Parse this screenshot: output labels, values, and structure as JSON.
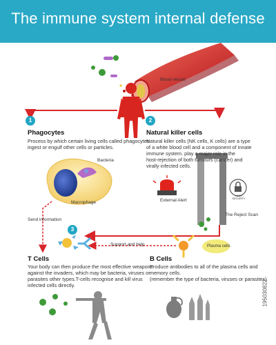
{
  "header": {
    "title": "The immune system internal defense",
    "bg_color": "#2aa9c6"
  },
  "labels": {
    "blood_vessel": "Blood vessel",
    "bacteria": "Bacteria",
    "macrophage": "Macrophage",
    "external_alert": "External Alert",
    "the_reject_scan": "The Reject Scan",
    "send_information": "Send information",
    "support_and_help": "Support and help",
    "plasma_cells": "Plasma cells",
    "high_security": "HIGH SECURITY"
  },
  "sections": [
    {
      "number": "1",
      "heading": "Phagocytes",
      "lines": [
        "Process by which certain living cells called phagocytes",
        "ingest or engulf other cells or particles."
      ]
    },
    {
      "number": "2",
      "heading": "Natural killer cells",
      "lines": [
        "Natural killer cells (NK cells, K cells) are a type",
        "of a white blood cell and a component of innate",
        "immune system. play a major role in the",
        "host-rejection of both tumours (cancer) and",
        "virally infected cells."
      ]
    },
    {
      "number": "3",
      "heading": "T Cells",
      "lines": [
        "Your body can then produce the most effective weapons",
        "against the invaders, which may be bacteria, viruses or",
        "parasites other types.T-cells recognise and kill virus",
        "infected cells directly."
      ]
    },
    {
      "heading": "B Cells",
      "lines": [
        "Produce antibodies to all of the plasma cells and",
        "memory cells.",
        "(remember the type of  bacteria, viruses or parasites)"
      ]
    }
  ],
  "stock_id": "195030822",
  "colors": {
    "accent": "#22a6c4",
    "arrow_red": "#d8262a",
    "body_red": "#d9251f",
    "silhouette_gray": "#8a8a8a"
  },
  "icons": [
    "human-body-icon",
    "blood-vessel-icon",
    "virus-icon",
    "macrophage-icon",
    "alarm-light-icon",
    "security-gate-icon",
    "lock-icon",
    "t-cell-icon",
    "b-cell-icon",
    "plasma-cell-icon",
    "soldier-icon",
    "grenade-icon",
    "bullets-icon"
  ]
}
